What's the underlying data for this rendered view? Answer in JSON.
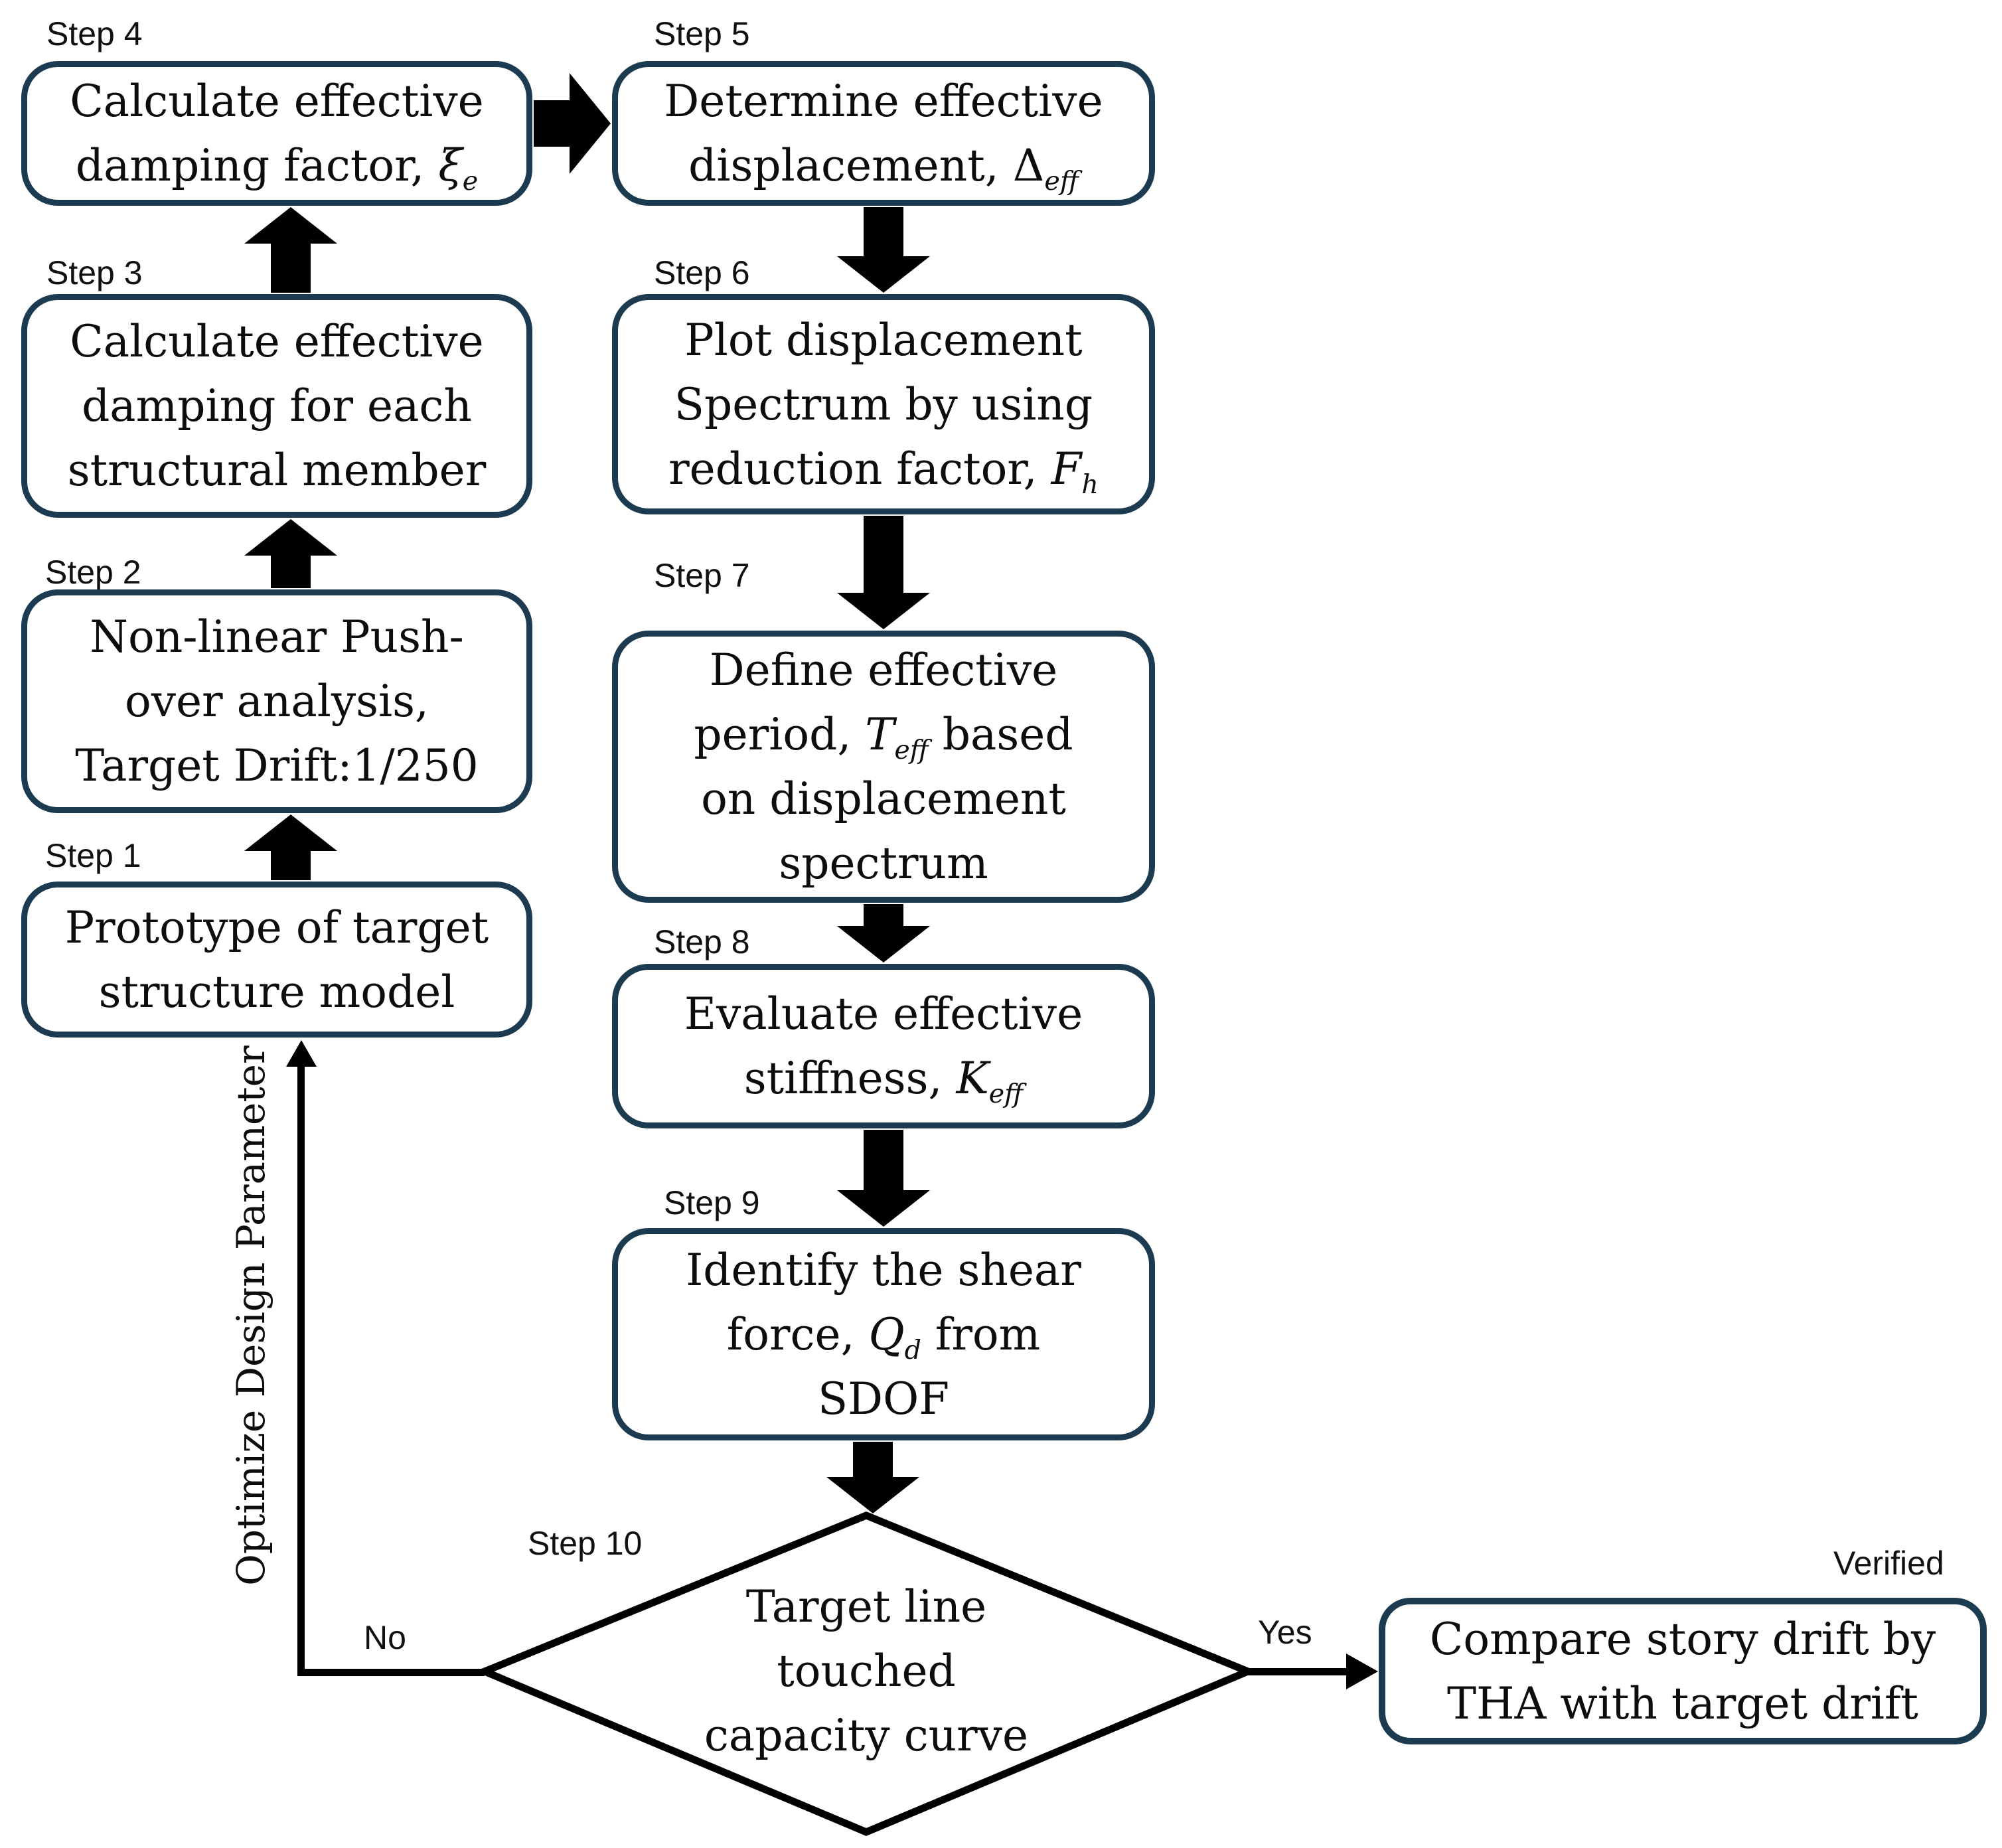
{
  "steps": {
    "s1": {
      "label": "Step 1",
      "lines": [
        "Prototype of target",
        "structure model"
      ]
    },
    "s2": {
      "label": "Step 2",
      "lines": [
        "Non-linear Push-",
        "over analysis,",
        "Target Drift:1/250"
      ]
    },
    "s3": {
      "label": "Step 3",
      "lines": [
        "Calculate effective",
        "damping for each",
        "structural member"
      ]
    },
    "s4": {
      "label": "Step 4",
      "line1": "Calculate effective",
      "line2_pre": "damping factor, ",
      "sym": "ξ",
      "sub": "e"
    },
    "s5": {
      "label": "Step 5",
      "line1": "Determine effective",
      "line2_pre": "displacement, ",
      "sym": "Δ",
      "sub": "eff"
    },
    "s6": {
      "label": "Step 6",
      "line1": "Plot displacement",
      "line2": "Spectrum by using",
      "line3_pre": "reduction factor, ",
      "sym": "F",
      "sub": "h"
    },
    "s7": {
      "label": "Step 7",
      "line1": "Define effective",
      "line2_pre": "period, ",
      "sym": "T",
      "sub": "eff",
      "line2_post": " based",
      "line3": "on displacement",
      "line4": "spectrum"
    },
    "s8": {
      "label": "Step 8",
      "line1": "Evaluate effective",
      "line2_pre": "stiffness, ",
      "sym": "K",
      "sub": "eff"
    },
    "s9": {
      "label": "Step 9",
      "line1": "Identify the shear",
      "line2_pre": "force, ",
      "sym": "Q",
      "sub": "d",
      "line2_post": " from",
      "line3": "SDOF"
    },
    "s10": {
      "label": "Step 10",
      "lines": [
        "Target line",
        "touched",
        "capacity curve"
      ]
    }
  },
  "decision": {
    "yes": "Yes",
    "no": "No",
    "verified_label": "Verified",
    "feedback": "Optimize Design Parameter"
  },
  "result": {
    "lines": [
      "Compare story drift by",
      "THA with target drift"
    ]
  },
  "colors": {
    "box_border": "#1c3a50",
    "arrow": "#000000",
    "text": "#0d0d0d"
  }
}
